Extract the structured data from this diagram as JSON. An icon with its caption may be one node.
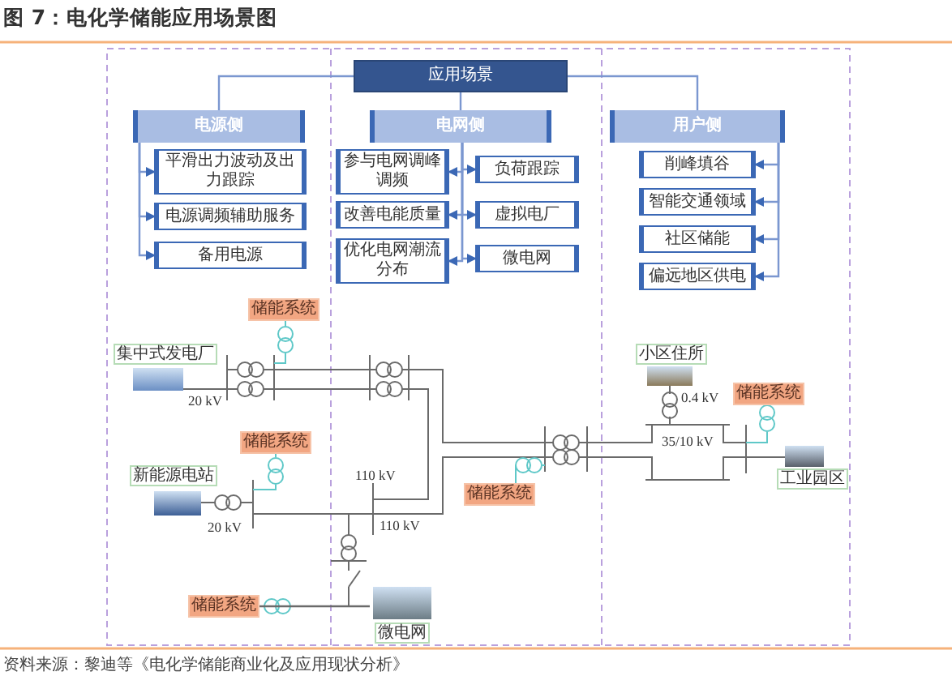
{
  "diagram": {
    "title": "图 7：电化学储能应用场景图",
    "caption": "资料来源：黎迪等《电化学储能商业化及应用现状分析》",
    "nodes": [
      {
        "text": [
          "应用场景"
        ]
      },
      {
        "text": [
          "电源侧"
        ]
      },
      {
        "text": [
          "电网侧"
        ]
      },
      {
        "text": [
          "用户侧"
        ]
      },
      {
        "text": [
          "平滑出力波动及出力跟踪"
        ]
      },
      {
        "text": [
          "电源调频辅助服务"
        ]
      },
      {
        "text": [
          "备用电源"
        ]
      },
      {
        "text": [
          "参与电网调峰调频"
        ]
      },
      {
        "text": [
          "负荷跟踪"
        ]
      },
      {
        "text": [
          "改善电能质量"
        ]
      },
      {
        "text": [
          "虚拟电厂"
        ]
      },
      {
        "text": [
          "优化电网潮流分布"
        ]
      },
      {
        "text": [
          "微电网"
        ]
      },
      {
        "text": [
          "削峰填谷"
        ]
      },
      {
        "text": [
          "智能交通领域"
        ]
      },
      {
        "text": [
          "社区储能"
        ]
      },
      {
        "text": [
          "偏远地区供电"
        ]
      },
      {
        "text": [
          "储能系统"
        ]
      },
      {
        "text": [
          "集中式发电厂"
        ]
      },
      {
        "text": [
          "小区住所"
        ]
      },
      {
        "text": [
          "储能系统"
        ]
      },
      {
        "text": [
          "储能系统"
        ]
      },
      {
        "text": [
          "新能源电站"
        ]
      },
      {
        "text": [
          "工业园区"
        ]
      },
      {
        "text": [
          "储能系统"
        ]
      },
      {
        "text": [
          "储能系统"
        ]
      },
      {
        "text": [
          "微电网"
        ]
      }
    ],
    "edges": [
      {
        "from": 0,
        "to": 1,
        "arrow": "none"
      },
      {
        "from": 0,
        "to": 2,
        "arrow": "none"
      },
      {
        "from": 0,
        "to": 3,
        "arrow": "none"
      },
      {
        "from": 1,
        "to": 4,
        "arrow": "to"
      },
      {
        "from": 1,
        "to": 5,
        "arrow": "to"
      },
      {
        "from": 1,
        "to": 6,
        "arrow": "to"
      },
      {
        "from": 2,
        "to": 7,
        "arrow": "to"
      },
      {
        "from": 2,
        "to": 8,
        "arrow": "to"
      },
      {
        "from": 2,
        "to": 9,
        "arrow": "to"
      },
      {
        "from": 2,
        "to": 10,
        "arrow": "to"
      },
      {
        "from": 2,
        "to": 11,
        "arrow": "to"
      },
      {
        "from": 2,
        "to": 12,
        "arrow": "to"
      },
      {
        "from": 3,
        "to": 13,
        "arrow": "to"
      },
      {
        "from": 3,
        "to": 14,
        "arrow": "to"
      },
      {
        "from": 3,
        "to": 15,
        "arrow": "to"
      },
      {
        "from": 3,
        "to": 16,
        "arrow": "to"
      },
      {
        "from": 25,
        "to": 26,
        "arrow": "none",
        "color": "#6a6a6a"
      }
    ],
    "labels": [
      "20 kV",
      "0.4 kV",
      "35/10 kV",
      "110 kV",
      "20 kV",
      "110 kV"
    ]
  }
}
